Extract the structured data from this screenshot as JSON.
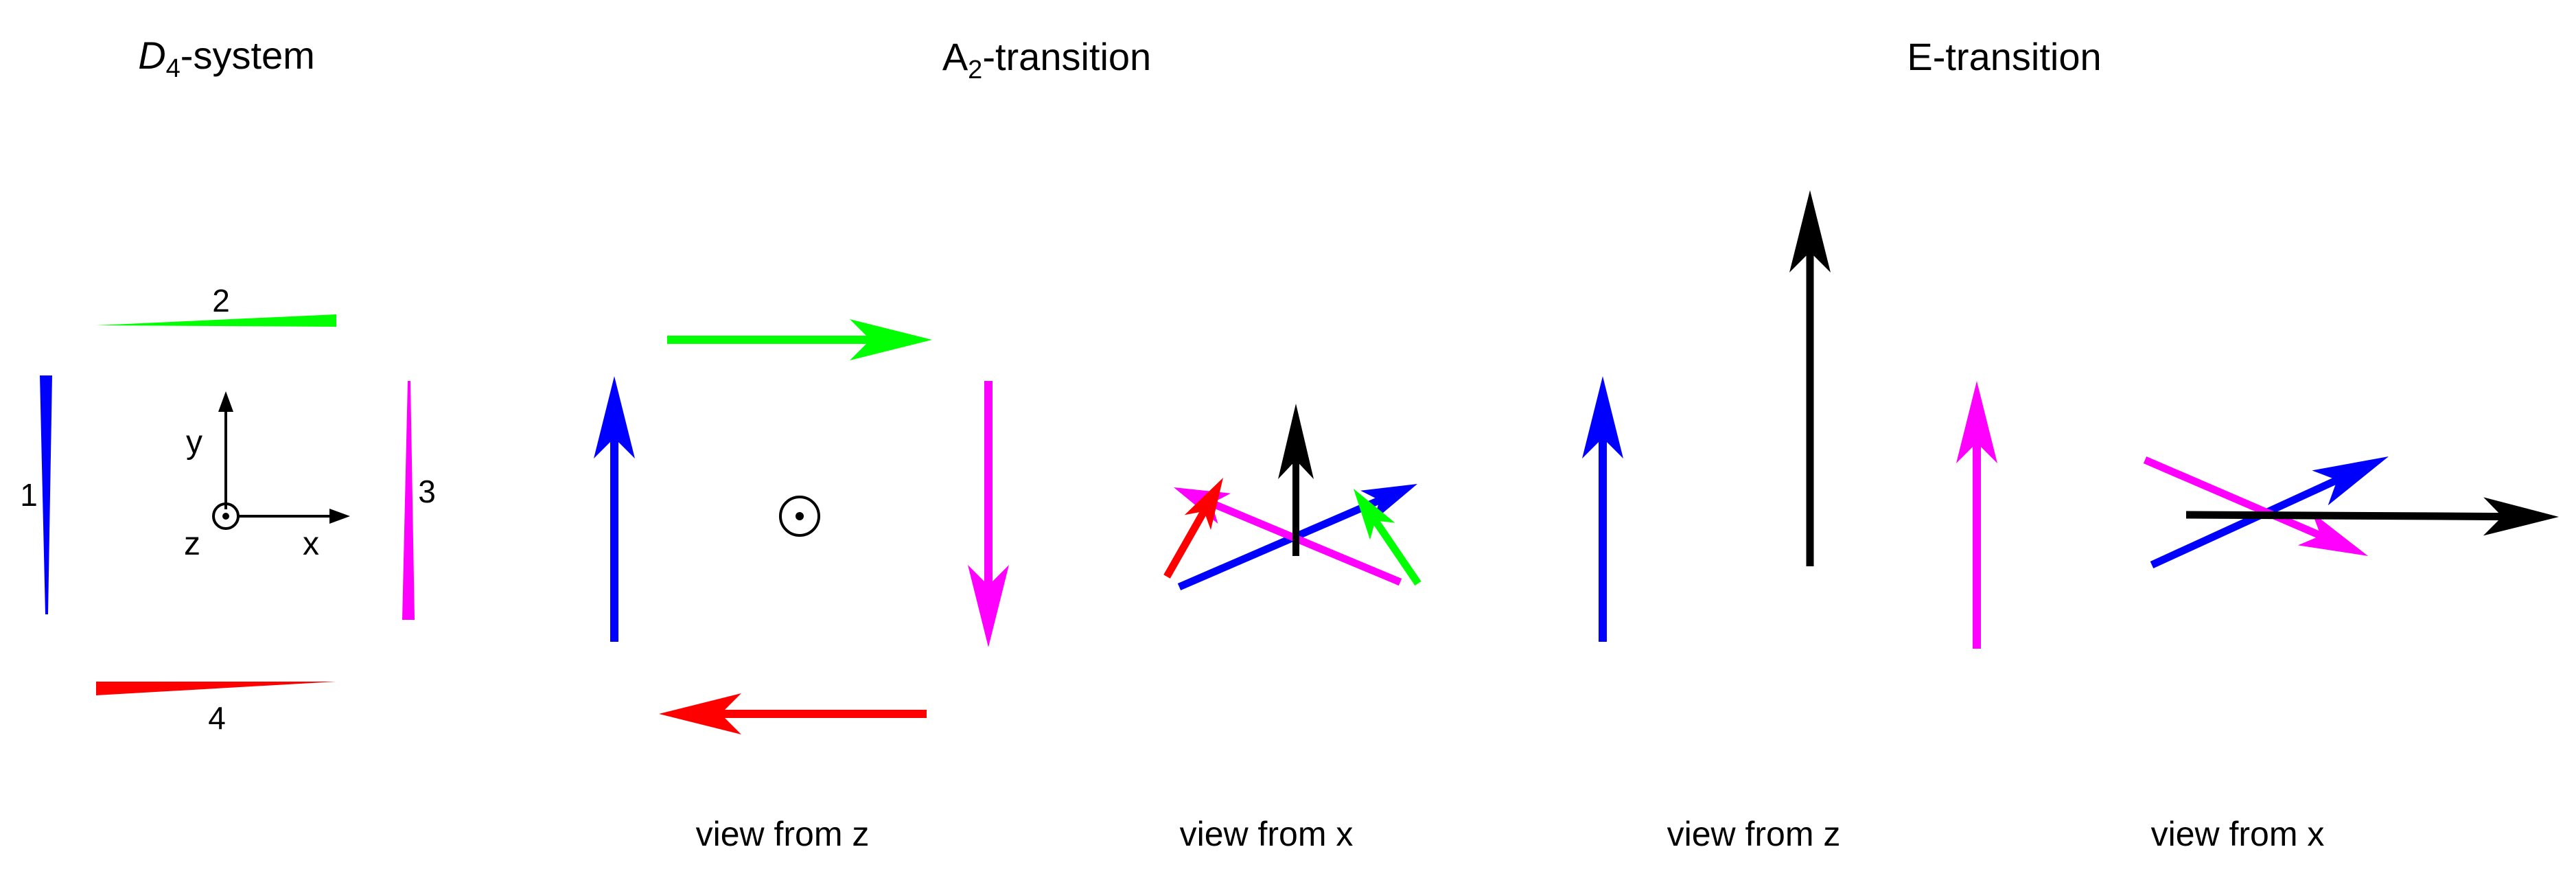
{
  "colors": {
    "blue": "#0000ff",
    "green": "#00ff00",
    "magenta": "#ff00ff",
    "red": "#ff0000",
    "black": "#000000"
  },
  "panels": {
    "d4": {
      "title_italic": "D",
      "title_sub": "4",
      "title_rest": "-system",
      "wedge_labels": [
        "1",
        "2",
        "3",
        "4"
      ],
      "axis_labels": {
        "x": "x",
        "y": "y",
        "z": "z"
      }
    },
    "a2": {
      "title_main": "A",
      "title_sub": "2",
      "title_rest": "-transition",
      "view_z": "view from z",
      "view_x": "view from x"
    },
    "e": {
      "title": "E-transition",
      "view_z": "view from z",
      "view_x": "view from x"
    }
  }
}
